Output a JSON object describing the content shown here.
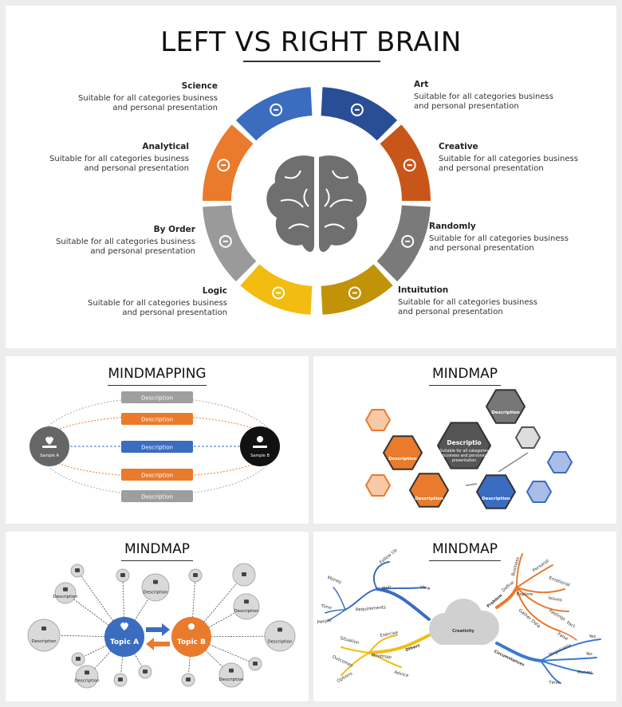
{
  "panel_top": {
    "title": "LEFT VS RIGHT BRAIN",
    "left_items": [
      {
        "title": "Science",
        "desc1": "Suitable for all categories business",
        "desc2": "and personal presentation"
      },
      {
        "title": "Analytical",
        "desc1": "Suitable for all categories business",
        "desc2": "and personal presentation"
      },
      {
        "title": "By Order",
        "desc1": "Suitable for all categories business",
        "desc2": "and personal presentation"
      },
      {
        "title": "Logic",
        "desc1": "Suitable for all categories business",
        "desc2": "and personal presentation"
      }
    ],
    "right_items": [
      {
        "title": "Art",
        "desc1": "Suitable for all categories business",
        "desc2": "and personal presentation"
      },
      {
        "title": "Creative",
        "desc1": "Suitable for all categories business",
        "desc2": "and personal presentation"
      },
      {
        "title": "Randomly",
        "desc1": "Suitable for all categories business",
        "desc2": "and personal presentation"
      },
      {
        "title": "Intuitution",
        "desc1": "Suitable for all categories business",
        "desc2": "and personal presentation"
      }
    ],
    "colors": {
      "blue": "#3a6cc0",
      "navy": "#2a4e96",
      "orange": "#ea7a2c",
      "rust": "#c8561a",
      "gray": "#9a9a9a",
      "dgray": "#7a7a7a",
      "yellow": "#f2bd10",
      "olive": "#c29208",
      "brain": "#6f6f6f"
    }
  },
  "panel_mm1": {
    "title": "MINDMAPPING",
    "bars": [
      "Description",
      "Description",
      "Description",
      "Description",
      "Description"
    ],
    "left_node": "Sample A",
    "right_node": "Sample B"
  },
  "panel_mm2": {
    "title": "MINDMAP",
    "center_title": "Descriptio",
    "center_text1": "Suitable for all categories",
    "center_text2": "business and personal",
    "center_text3": "presentation",
    "labels": [
      "Description",
      "Description",
      "Description",
      "Description"
    ]
  },
  "panel_mm3": {
    "title": "MINDMAP",
    "topic_a": "Topic A",
    "topic_b": "Topic B",
    "labels": [
      "Description",
      "Description",
      "Description",
      "Description",
      "Description",
      "Description",
      "Description"
    ]
  },
  "panel_mm4": {
    "title": "MINDMAP",
    "center": "Creativity",
    "branches": {
      "upper_left": [
        "Follow Up",
        "View",
        "Plan",
        "Money",
        "Time",
        "Requirements",
        "People"
      ],
      "lower_left": [
        "Others",
        "Exercise",
        "Mindmap",
        "Situation",
        "Outcomes",
        "Options",
        "Advice"
      ],
      "upper_right": [
        "Problem",
        "Define",
        "Business",
        "Personal",
        "Explore",
        "Emotional",
        "Issues",
        "Feelings",
        "Fact",
        "Gather Data",
        "False"
      ],
      "lower_right": [
        "Circumstances",
        "Negotiable",
        "Yes",
        "No",
        "Money",
        "Time"
      ]
    }
  }
}
